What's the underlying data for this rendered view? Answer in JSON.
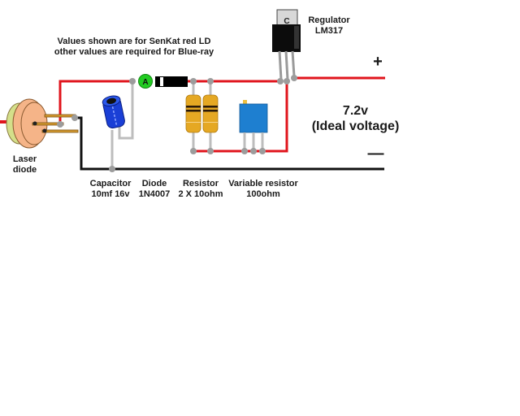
{
  "title": {
    "line1": "Values shown are for SenKat red LD",
    "line2": "other values are required for Blue-ray"
  },
  "regulator": {
    "line1": "Regulator",
    "line2": "LM317"
  },
  "voltage": {
    "value": "7.2v",
    "note": "(Ideal voltage)"
  },
  "terminals": {
    "positive": "+",
    "negative": "—"
  },
  "components": [
    {
      "name": "Laser",
      "value": "diode"
    },
    {
      "name": "Capacitor",
      "value": "10mf 16v"
    },
    {
      "name": "Diode",
      "value": "1N4007"
    },
    {
      "name": "Resistor",
      "value": "2 X 10ohm"
    },
    {
      "name": "Variable resistor",
      "value": "100ohm"
    }
  ],
  "ammeter_symbol": "A",
  "regulator_mark": "C",
  "colors": {
    "positive_wire": "#e0141c",
    "negative_wire": "#111111",
    "lead": "#b8b8b8",
    "node": "#9c9c9c",
    "capacitor": "#1a3fd6",
    "resistor": "#e5a823",
    "variable_resistor": "#1e7fd0",
    "ammeter": "#22cc22",
    "laser_body": "#f5b488",
    "laser_cap": "#d4df8a"
  }
}
